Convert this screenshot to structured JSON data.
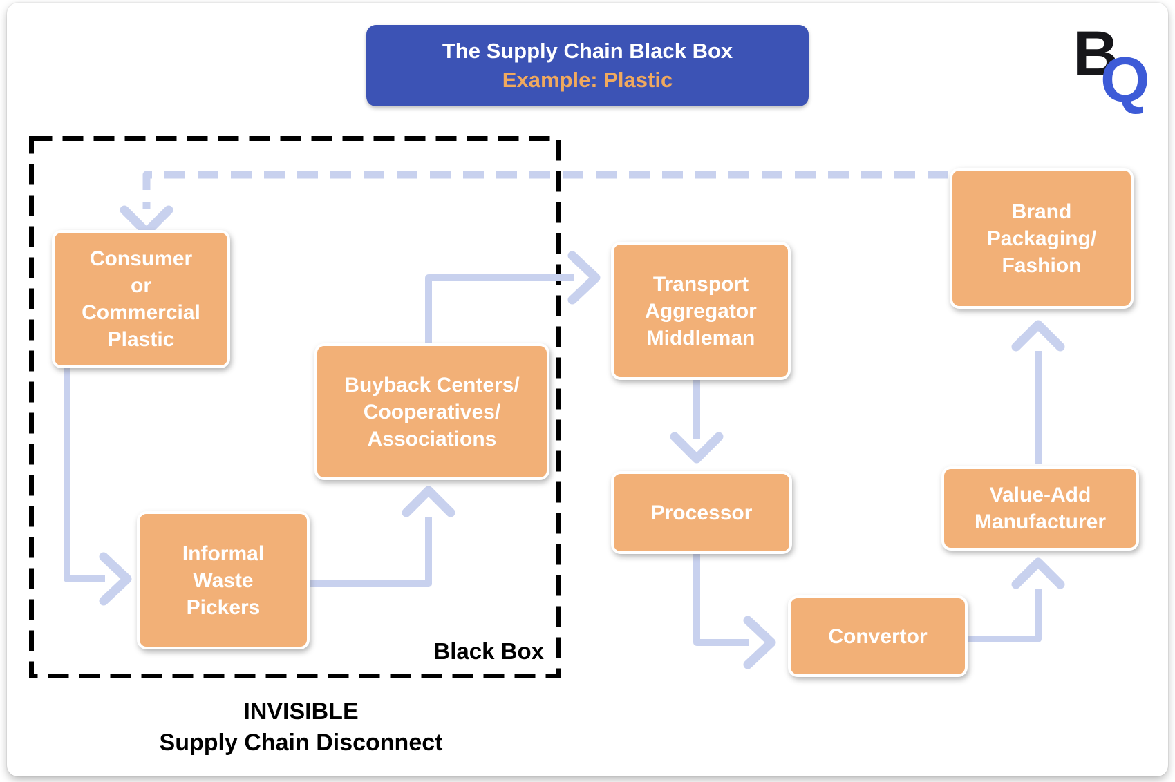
{
  "header": {
    "title": "The Supply Chain Black Box",
    "subtitle": "Example: Plastic",
    "logo_b": "B",
    "logo_q": "Q"
  },
  "black_box": {
    "label": "Black Box",
    "caption_line1": "INVISIBLE",
    "caption_line2": "Supply Chain Disconnect"
  },
  "nodes": {
    "consumer": {
      "lines": [
        "Consumer",
        "or",
        "Commercial",
        "Plastic"
      ]
    },
    "informal": {
      "lines": [
        "Informal",
        "Waste",
        "Pickers"
      ]
    },
    "buyback": {
      "lines": [
        "Buyback Centers/",
        "Cooperatives/",
        "Associations"
      ]
    },
    "transport": {
      "lines": [
        "Transport",
        "Aggregator",
        "Middleman"
      ]
    },
    "processor": {
      "lines": [
        "Processor"
      ]
    },
    "convertor": {
      "lines": [
        "Convertor"
      ]
    },
    "value_add": {
      "lines": [
        "Value-Add",
        "Manufacturer"
      ]
    },
    "brand": {
      "lines": [
        "Brand",
        "Packaging/",
        "Fashion"
      ]
    }
  },
  "arrows": [
    {
      "from": "brand",
      "to": "consumer",
      "style": "dashed"
    },
    {
      "from": "consumer",
      "to": "informal",
      "style": "solid"
    },
    {
      "from": "informal",
      "to": "buyback",
      "style": "solid"
    },
    {
      "from": "buyback",
      "to": "transport",
      "style": "solid"
    },
    {
      "from": "transport",
      "to": "processor",
      "style": "solid"
    },
    {
      "from": "processor",
      "to": "convertor",
      "style": "solid"
    },
    {
      "from": "convertor",
      "to": "value_add",
      "style": "solid"
    },
    {
      "from": "value_add",
      "to": "brand",
      "style": "solid"
    }
  ],
  "colors": {
    "title_bg": "#3c53b5",
    "title_text": "#ffffff",
    "subtitle": "#f0a95e",
    "node_fill": "#f2b077",
    "node_text": "#ffffff",
    "arrow": "#c8d1ee",
    "dashed_box": "#000000",
    "logo_q": "#3d5bd7"
  }
}
